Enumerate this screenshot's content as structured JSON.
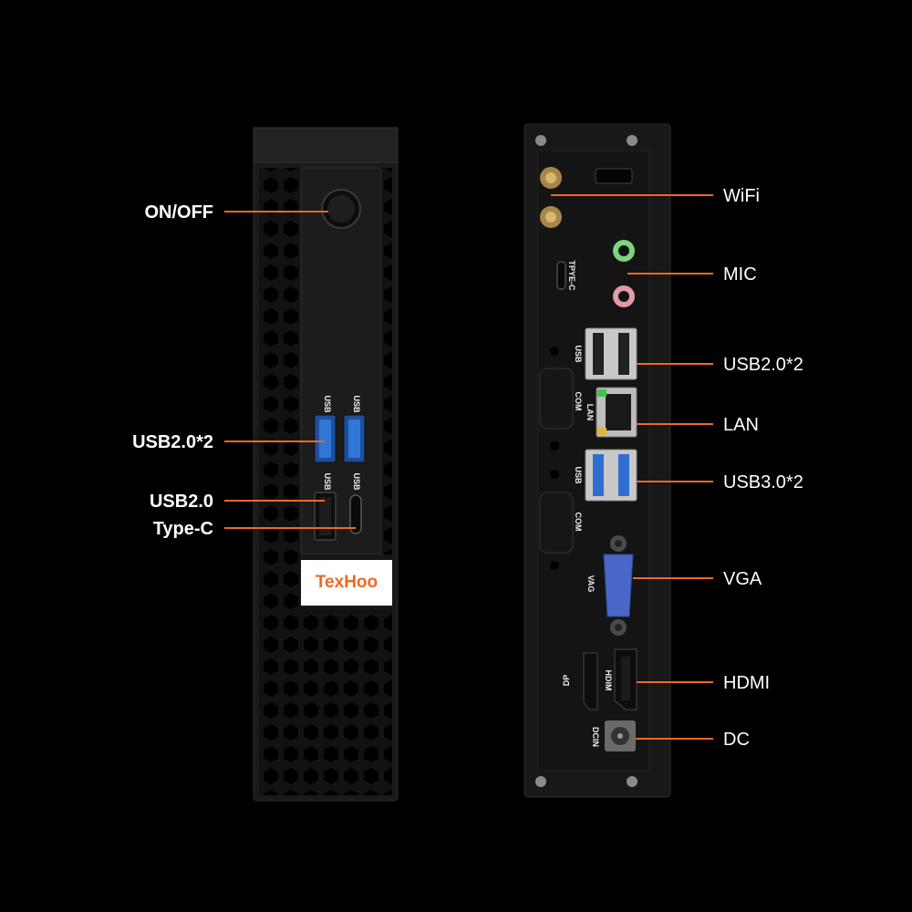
{
  "brand": "TexHoo",
  "accent_color": "#ee6a23",
  "front_callouts": {
    "power": "ON/OFF",
    "usb20x2": "USB2.0*2",
    "usb20": "USB2.0",
    "typec": "Type-C"
  },
  "rear_callouts": {
    "wifi": "WiFi",
    "mic": "MIC",
    "usb20x2": "USB2.0*2",
    "lan": "LAN",
    "usb30x2": "USB3.0*2",
    "vga": "VGA",
    "hdmi": "HDMI",
    "dc": "DC"
  },
  "port_markings": {
    "usb": "USB",
    "typec": "TPYE-C",
    "com": "COM",
    "lan": "LAN",
    "vga": "VAG",
    "dp": "DP",
    "hdmi": "HDIM",
    "dcin": "DCIN"
  }
}
